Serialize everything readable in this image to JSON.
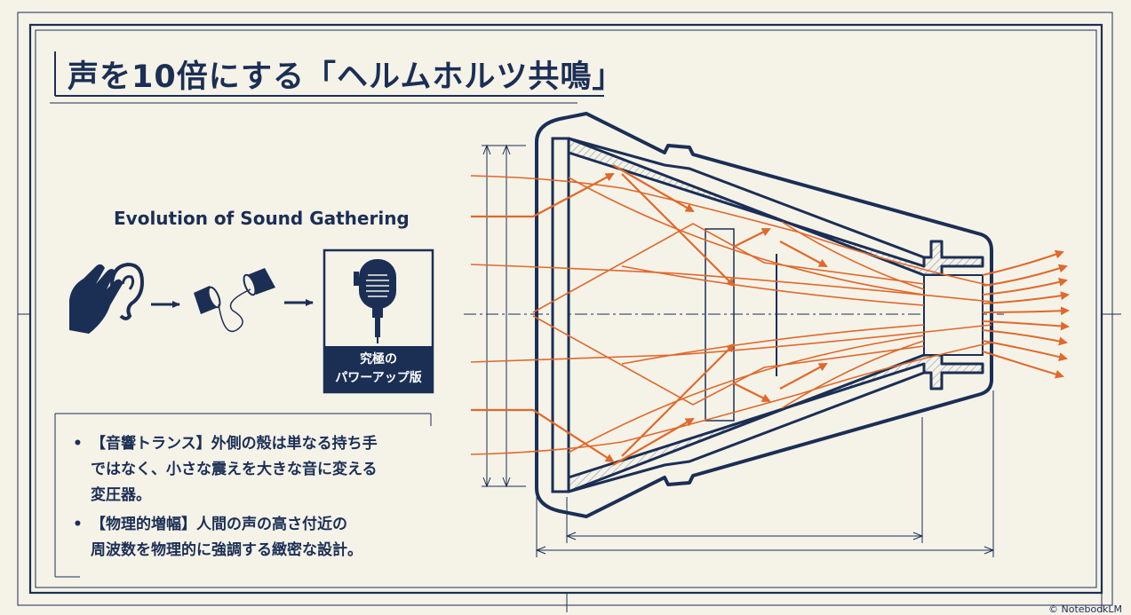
{
  "title": "声を10倍にする「ヘルムホルツ共鳴」",
  "evolution": {
    "heading": "Evolution of Sound Gathering",
    "steps": [
      "hand-to-ear-icon",
      "paper-cup-phone-icon",
      "microphone-icon"
    ],
    "final_box": {
      "line1": "究極の",
      "line2": "パワーアップ版"
    }
  },
  "bullets": [
    {
      "marker": "•",
      "text": "【音響トランス】外側の殻は単なる持ち手\nではなく、小さな震えを大きな音に変える\n変圧器。"
    },
    {
      "marker": "•",
      "text": "【物理的増幅】人間の声の高さ付近の\n周波数を物理的に強調する緻密な設計。"
    }
  ],
  "footer": {
    "credit": "© NotebookLM"
  },
  "colors": {
    "background": "#f5f2e8",
    "navy": "#1b2f55",
    "orange": "#e0692b"
  }
}
